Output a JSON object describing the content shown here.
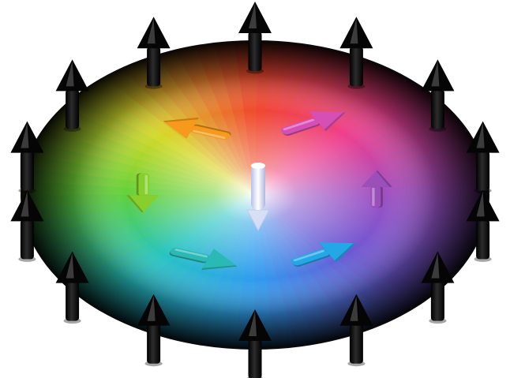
{
  "diagram": {
    "palette": {
      "background": "#ffffff",
      "disk_edge": "#0a0a0a",
      "outer_arrow": "#050505",
      "orange": "#f59a1c",
      "magenta": "#d64fb4",
      "purple": "#9b4fb8",
      "blue": "#23a7e6",
      "teal": "#2ab9b5",
      "green": "#86cf2c",
      "center": "#e8ecfb"
    },
    "outer_ring": {
      "arrow_count": 14,
      "direction": "up",
      "icon": "spin-up-arrow-icon"
    },
    "inner_ring": [
      {
        "id": "top-left",
        "color_key": "orange",
        "heading_deg": 200
      },
      {
        "id": "top-right",
        "color_key": "magenta",
        "heading_deg": 332
      },
      {
        "id": "right",
        "color_key": "purple",
        "heading_deg": 270
      },
      {
        "id": "bottom-right",
        "color_key": "blue",
        "heading_deg": 332
      },
      {
        "id": "bottom-left",
        "color_key": "teal",
        "heading_deg": 20
      },
      {
        "id": "left",
        "color_key": "green",
        "heading_deg": 90
      }
    ],
    "center_spin": {
      "direction": "down",
      "color_key": "center"
    }
  }
}
